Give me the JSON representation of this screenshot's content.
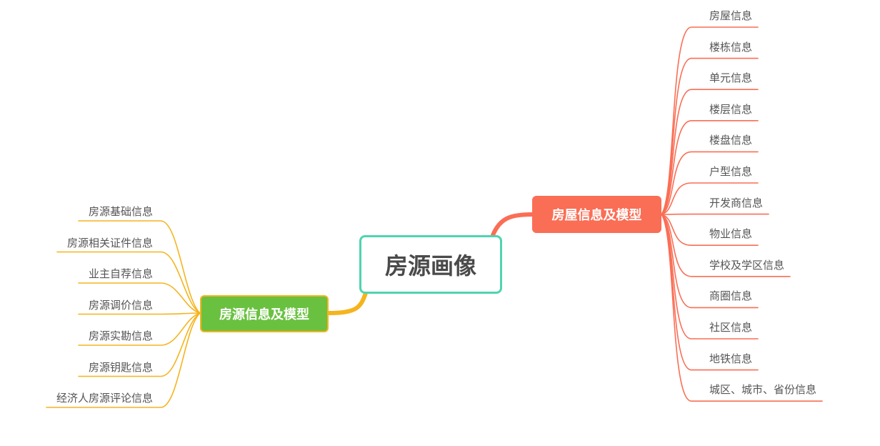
{
  "central": {
    "label": "房源画像"
  },
  "left_branch": {
    "label": "房源信息及模型",
    "color": "#f5b41e",
    "node_fill": "#6ac140",
    "items": [
      "房源基础信息",
      "房源相关证件信息",
      "业主自荐信息",
      "房源调价信息",
      "房源实勘信息",
      "房源钥匙信息",
      "经济人房源评论信息"
    ]
  },
  "right_branch": {
    "label": "房屋信息及模型",
    "color": "#fa6e55",
    "node_fill": "#fa6e55",
    "items": [
      "房屋信息",
      "楼栋信息",
      "单元信息",
      "楼层信息",
      "楼盘信息",
      "户型信息",
      "开发商信息",
      "物业信息",
      "学校及学区信息",
      "商圈信息",
      "社区信息",
      "地铁信息",
      "城区、城市、省份信息"
    ]
  },
  "central_border_color": "#4fd4b0"
}
